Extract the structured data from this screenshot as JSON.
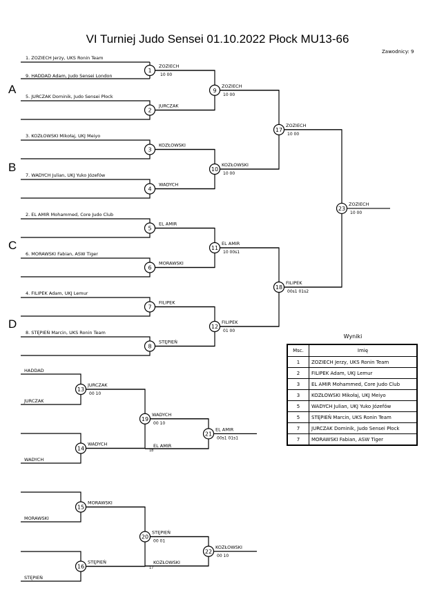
{
  "title": "VI Turniej Judo Sensei  01.10.2022  Płock   MU13-66",
  "competitors_count": "Zawodnicy: 9",
  "pools": [
    "A",
    "B",
    "C",
    "D"
  ],
  "entries": [
    "1. ZOZIECH Jerzy, UKS Ronin Team",
    "9. HADDAD Adam, Judo Sensei London",
    "5. JURCZAK Dominik, Judo Sensei Płock",
    "3. KOZŁOWSKI Mikołaj, UKJ Meiyo",
    "7. WADYCH Julian, UKJ Yuko Józefów",
    "2. EL AMIR Mohammed, Core Judo Club",
    "6. MORAWSKI Fabian, ASW Tiger",
    "4. FILIPEK Adam, UKJ Lemur",
    "8. STĘPIEŃ Marcin, UKS Ronin Team"
  ],
  "fights": {
    "f1": {
      "num": "1",
      "winner": "ZOZIECH",
      "score": "10   00"
    },
    "f2": {
      "num": "2",
      "winner": "JURCZAK"
    },
    "f3": {
      "num": "3",
      "winner": "KOZŁOWSKI"
    },
    "f4": {
      "num": "4",
      "winner": "WADYCH"
    },
    "f5": {
      "num": "5",
      "winner": "EL AMIR"
    },
    "f6": {
      "num": "6",
      "winner": "MORAWSKI"
    },
    "f7": {
      "num": "7",
      "winner": "FILIPEK"
    },
    "f8": {
      "num": "8",
      "winner": "STĘPIEŃ"
    },
    "f9": {
      "num": "9",
      "winner": "ZOZIECH",
      "score": "10   00"
    },
    "f10": {
      "num": "10",
      "winner": "KOZŁOWSKI",
      "score": "10   00"
    },
    "f11": {
      "num": "11",
      "winner": "EL AMIR",
      "score": "10   00s1"
    },
    "f12": {
      "num": "12",
      "winner": "FILIPEK",
      "score": "01   00"
    },
    "f17": {
      "num": "17",
      "winner": "ZOZIECH",
      "score": "10   00"
    },
    "f18": {
      "num": "18",
      "winner": "FILIPEK",
      "score": "00s1   01s2"
    },
    "f23": {
      "num": "23",
      "winner": "ZOZIECH",
      "score": "10   00"
    },
    "f13": {
      "num": "13",
      "top": "HADDAD",
      "bottom": "JURCZAK",
      "winner": "JURCZAK",
      "score": "00   10"
    },
    "f14": {
      "num": "14",
      "bottom": "WADYCH",
      "winner": "WADYCH"
    },
    "f19": {
      "num": "19",
      "winner": "WADYCH",
      "score": "00   10",
      "bottom": "EL AMIR",
      "bottom_note": "18"
    },
    "f21": {
      "num": "21",
      "winner": "EL AMIR",
      "score": "00s1   01s1"
    },
    "f15": {
      "num": "15",
      "bottom": "MORAWSKI",
      "winner": "MORAWSKI"
    },
    "f16": {
      "num": "16",
      "bottom": "STĘPIEŃ",
      "winner": "STĘPIEŃ"
    },
    "f20": {
      "num": "20",
      "winner": "STĘPIEŃ",
      "score": "00   01",
      "bottom": "KOZŁOWSKI",
      "bottom_note": "17"
    },
    "f22": {
      "num": "22",
      "winner": "KOZŁOWSKI",
      "score": "00   10"
    }
  },
  "results": {
    "title": "Wyniki",
    "col_place": "Msc.",
    "col_name": "Imię",
    "rows": [
      {
        "place": "1",
        "name": "ZOZIECH Jerzy, UKS Ronin Team"
      },
      {
        "place": "2",
        "name": "FILIPEK Adam, UKJ Lemur"
      },
      {
        "place": "3",
        "name": "EL AMIR Mohammed, Core Judo Club"
      },
      {
        "place": "3",
        "name": "KOZŁOWSKI Mikołaj, UKJ Meiyo"
      },
      {
        "place": "5",
        "name": "WADYCH Julian, UKJ Yuko Józefów"
      },
      {
        "place": "5",
        "name": "STĘPIEŃ Marcin, UKS Ronin Team"
      },
      {
        "place": "7",
        "name": "JURCZAK Dominik, Judo Sensei Płock"
      },
      {
        "place": "7",
        "name": "MORAWSKI Fabian, ASW Tiger"
      }
    ]
  }
}
